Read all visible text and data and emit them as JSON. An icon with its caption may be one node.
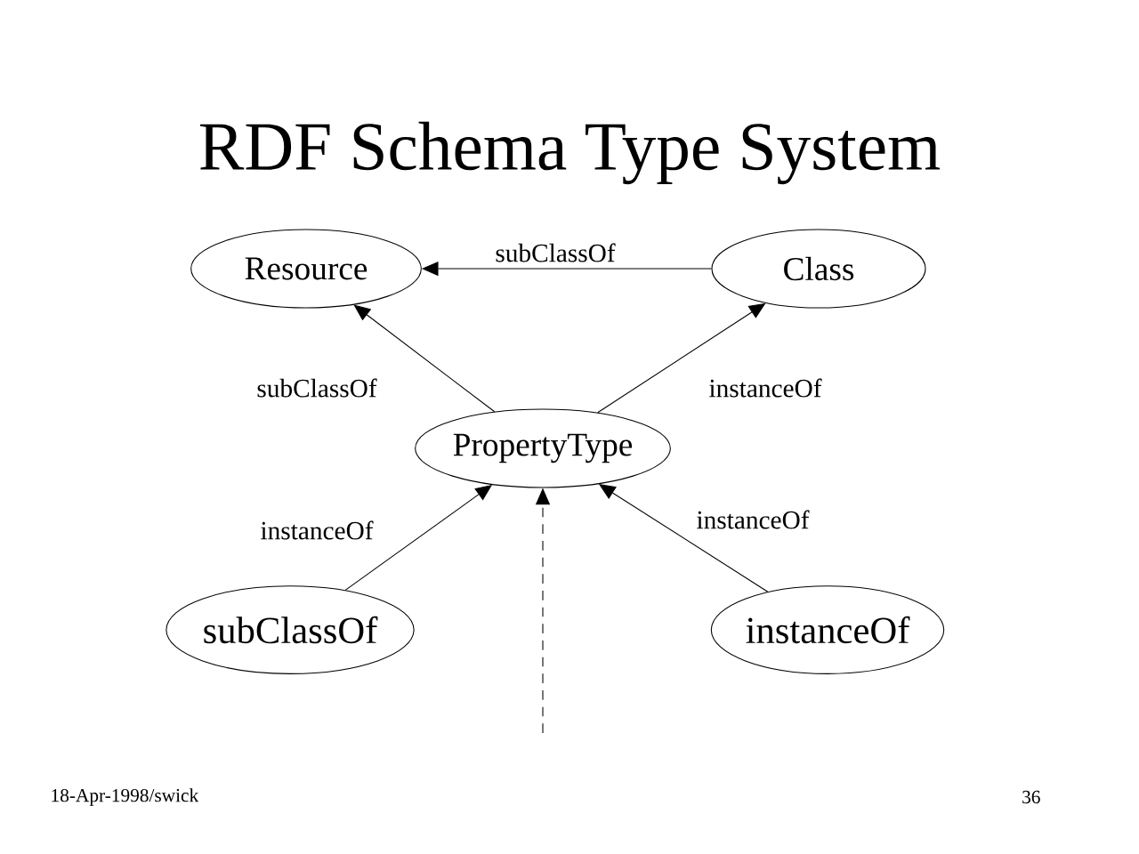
{
  "diagram": {
    "title": "RDF Schema Type System",
    "nodes": [
      {
        "text": [
          "Resource"
        ]
      },
      {
        "text": [
          "Class"
        ]
      },
      {
        "text": [
          "PropertyType"
        ]
      },
      {
        "text": [
          "subClassOf"
        ]
      },
      {
        "text": [
          "instanceOf"
        ]
      }
    ],
    "edges": [
      {
        "from": 1,
        "to": 0,
        "arrow": "to",
        "label": "subClassOf"
      },
      {
        "from": 2,
        "to": 0,
        "arrow": "to",
        "label": "subClassOf"
      },
      {
        "from": 2,
        "to": 1,
        "arrow": "to",
        "label": "instanceOf"
      },
      {
        "from": 3,
        "to": 2,
        "arrow": "to",
        "label": "instanceOf"
      },
      {
        "from": 4,
        "to": 2,
        "arrow": "to",
        "label": "instanceOf"
      },
      {
        "from": null,
        "to": 2,
        "arrow": "to",
        "style": "dashed"
      }
    ],
    "labels": [
      "18-Apr-1998/swick",
      "36"
    ]
  }
}
